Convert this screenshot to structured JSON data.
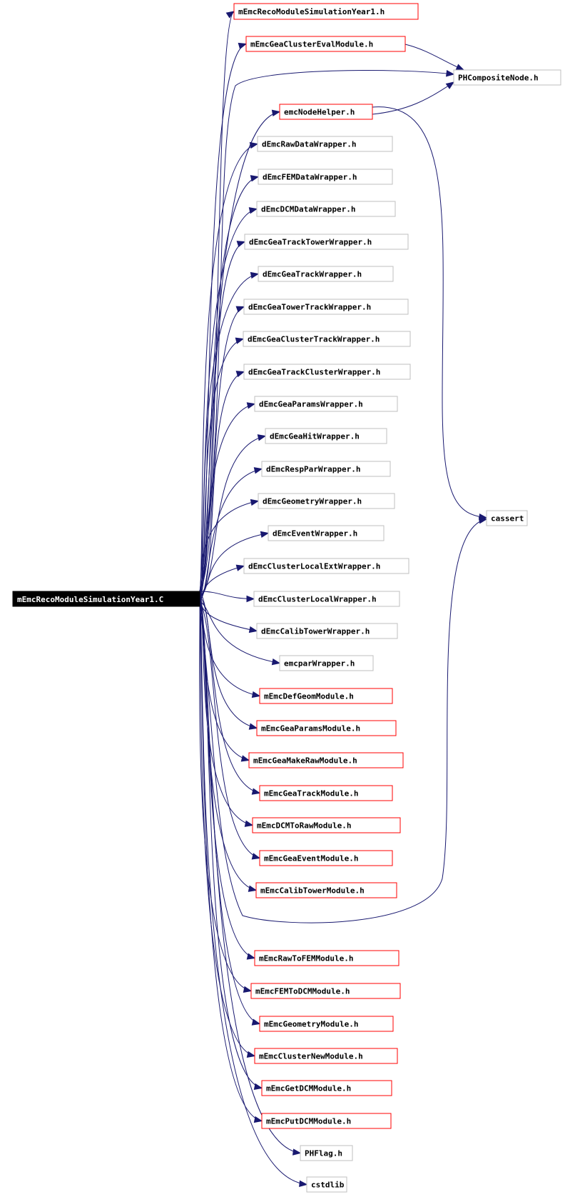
{
  "graph": {
    "root": "mEmcRecoModuleSimulationYear1.C",
    "colors": {
      "edge": "#191970",
      "documented_border": "#ff0000",
      "undocumented_border": "#bfbfbf",
      "root_fill": "#000000",
      "root_text": "#ffffff"
    },
    "nodes": [
      {
        "id": "n1",
        "label": "mEmcRecoModuleSimulationYear1.h",
        "documented": true
      },
      {
        "id": "n2",
        "label": "mEmcGeaClusterEvalModule.h",
        "documented": true
      },
      {
        "id": "n3",
        "label": "PHCompositeNode.h",
        "documented": false
      },
      {
        "id": "n4",
        "label": "emcNodeHelper.h",
        "documented": true
      },
      {
        "id": "n5",
        "label": "dEmcRawDataWrapper.h",
        "documented": false
      },
      {
        "id": "n6",
        "label": "dEmcFEMDataWrapper.h",
        "documented": false
      },
      {
        "id": "n7",
        "label": "dEmcDCMDataWrapper.h",
        "documented": false
      },
      {
        "id": "n8",
        "label": "dEmcGeaTrackTowerWrapper.h",
        "documented": false
      },
      {
        "id": "n9",
        "label": "dEmcGeaTrackWrapper.h",
        "documented": false
      },
      {
        "id": "n10",
        "label": "dEmcGeaTowerTrackWrapper.h",
        "documented": false
      },
      {
        "id": "n11",
        "label": "dEmcGeaClusterTrackWrapper.h",
        "documented": false
      },
      {
        "id": "n12",
        "label": "dEmcGeaTrackClusterWrapper.h",
        "documented": false
      },
      {
        "id": "n13",
        "label": "dEmcGeaParamsWrapper.h",
        "documented": false
      },
      {
        "id": "n14",
        "label": "dEmcGeaHitWrapper.h",
        "documented": false
      },
      {
        "id": "n15",
        "label": "dEmcRespParWrapper.h",
        "documented": false
      },
      {
        "id": "n16",
        "label": "dEmcGeometryWrapper.h",
        "documented": false
      },
      {
        "id": "n17",
        "label": "dEmcEventWrapper.h",
        "documented": false
      },
      {
        "id": "n18",
        "label": "dEmcClusterLocalExtWrapper.h",
        "documented": false
      },
      {
        "id": "n19",
        "label": "dEmcClusterLocalWrapper.h",
        "documented": false
      },
      {
        "id": "n20",
        "label": "dEmcCalibTowerWrapper.h",
        "documented": false
      },
      {
        "id": "n21",
        "label": "emcparWrapper.h",
        "documented": false
      },
      {
        "id": "n22",
        "label": "mEmcDefGeomModule.h",
        "documented": true
      },
      {
        "id": "n23",
        "label": "mEmcGeaParamsModule.h",
        "documented": true
      },
      {
        "id": "n24",
        "label": "mEmcGeaMakeRawModule.h",
        "documented": true
      },
      {
        "id": "n25",
        "label": "mEmcGeaTrackModule.h",
        "documented": true
      },
      {
        "id": "n26",
        "label": "mEmcDCMToRawModule.h",
        "documented": true
      },
      {
        "id": "n27",
        "label": "mEmcGeaEventModule.h",
        "documented": true
      },
      {
        "id": "n28",
        "label": "mEmcCalibTowerModule.h",
        "documented": true
      },
      {
        "id": "n29",
        "label": "cassert",
        "documented": false
      },
      {
        "id": "n30",
        "label": "mEmcRawToFEMModule.h",
        "documented": true
      },
      {
        "id": "n31",
        "label": "mEmcFEMToDCMModule.h",
        "documented": true
      },
      {
        "id": "n32",
        "label": "mEmcGeometryModule.h",
        "documented": true
      },
      {
        "id": "n33",
        "label": "mEmcClusterNewModule.h",
        "documented": true
      },
      {
        "id": "n34",
        "label": "mEmcGetDCMModule.h",
        "documented": true
      },
      {
        "id": "n35",
        "label": "mEmcPutDCMModule.h",
        "documented": true
      },
      {
        "id": "n36",
        "label": "PHFlag.h",
        "documented": false
      },
      {
        "id": "n37",
        "label": "cstdlib",
        "documented": false
      }
    ]
  }
}
